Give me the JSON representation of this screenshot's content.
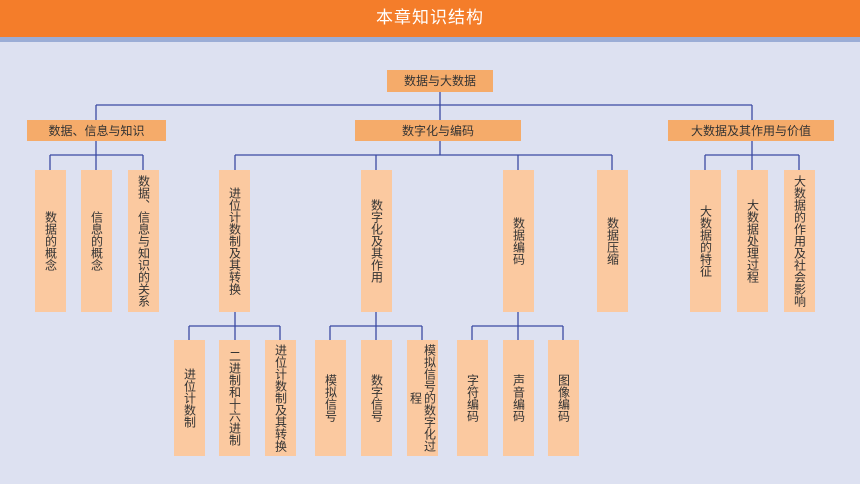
{
  "header": {
    "title": "本章知识结构"
  },
  "colors": {
    "header": "#f47d2a",
    "rule": "#9badd6",
    "background": "#dde1f1",
    "node": "#fbc9a0",
    "category": "#f5ab6a",
    "line": "#3b4aa3"
  },
  "root": "数据与大数据",
  "categories": [
    "数据、信息与知识",
    "数字化与编码",
    "大数据及其作用与价值"
  ],
  "level2": {
    "data_info": [
      "数据的概念",
      "信息的概念",
      "数据、信息与知识的关系"
    ],
    "digitization": [
      "进位计数制及其转换",
      "数字化及其作用",
      "数据编码",
      "数据压缩"
    ],
    "big_data": [
      "大数据的特征",
      "大数据处理过程",
      "大数据的作用及社会影响"
    ]
  },
  "level3": {
    "radix": [
      "进位计数制",
      "二进制和十六进制",
      "进位计数制及其转换"
    ],
    "digitization_role": [
      "模拟信号",
      "数字信号",
      "模拟信号的数字化过程"
    ],
    "encoding": [
      "字符编码",
      "声音编码",
      "图像编码"
    ]
  }
}
